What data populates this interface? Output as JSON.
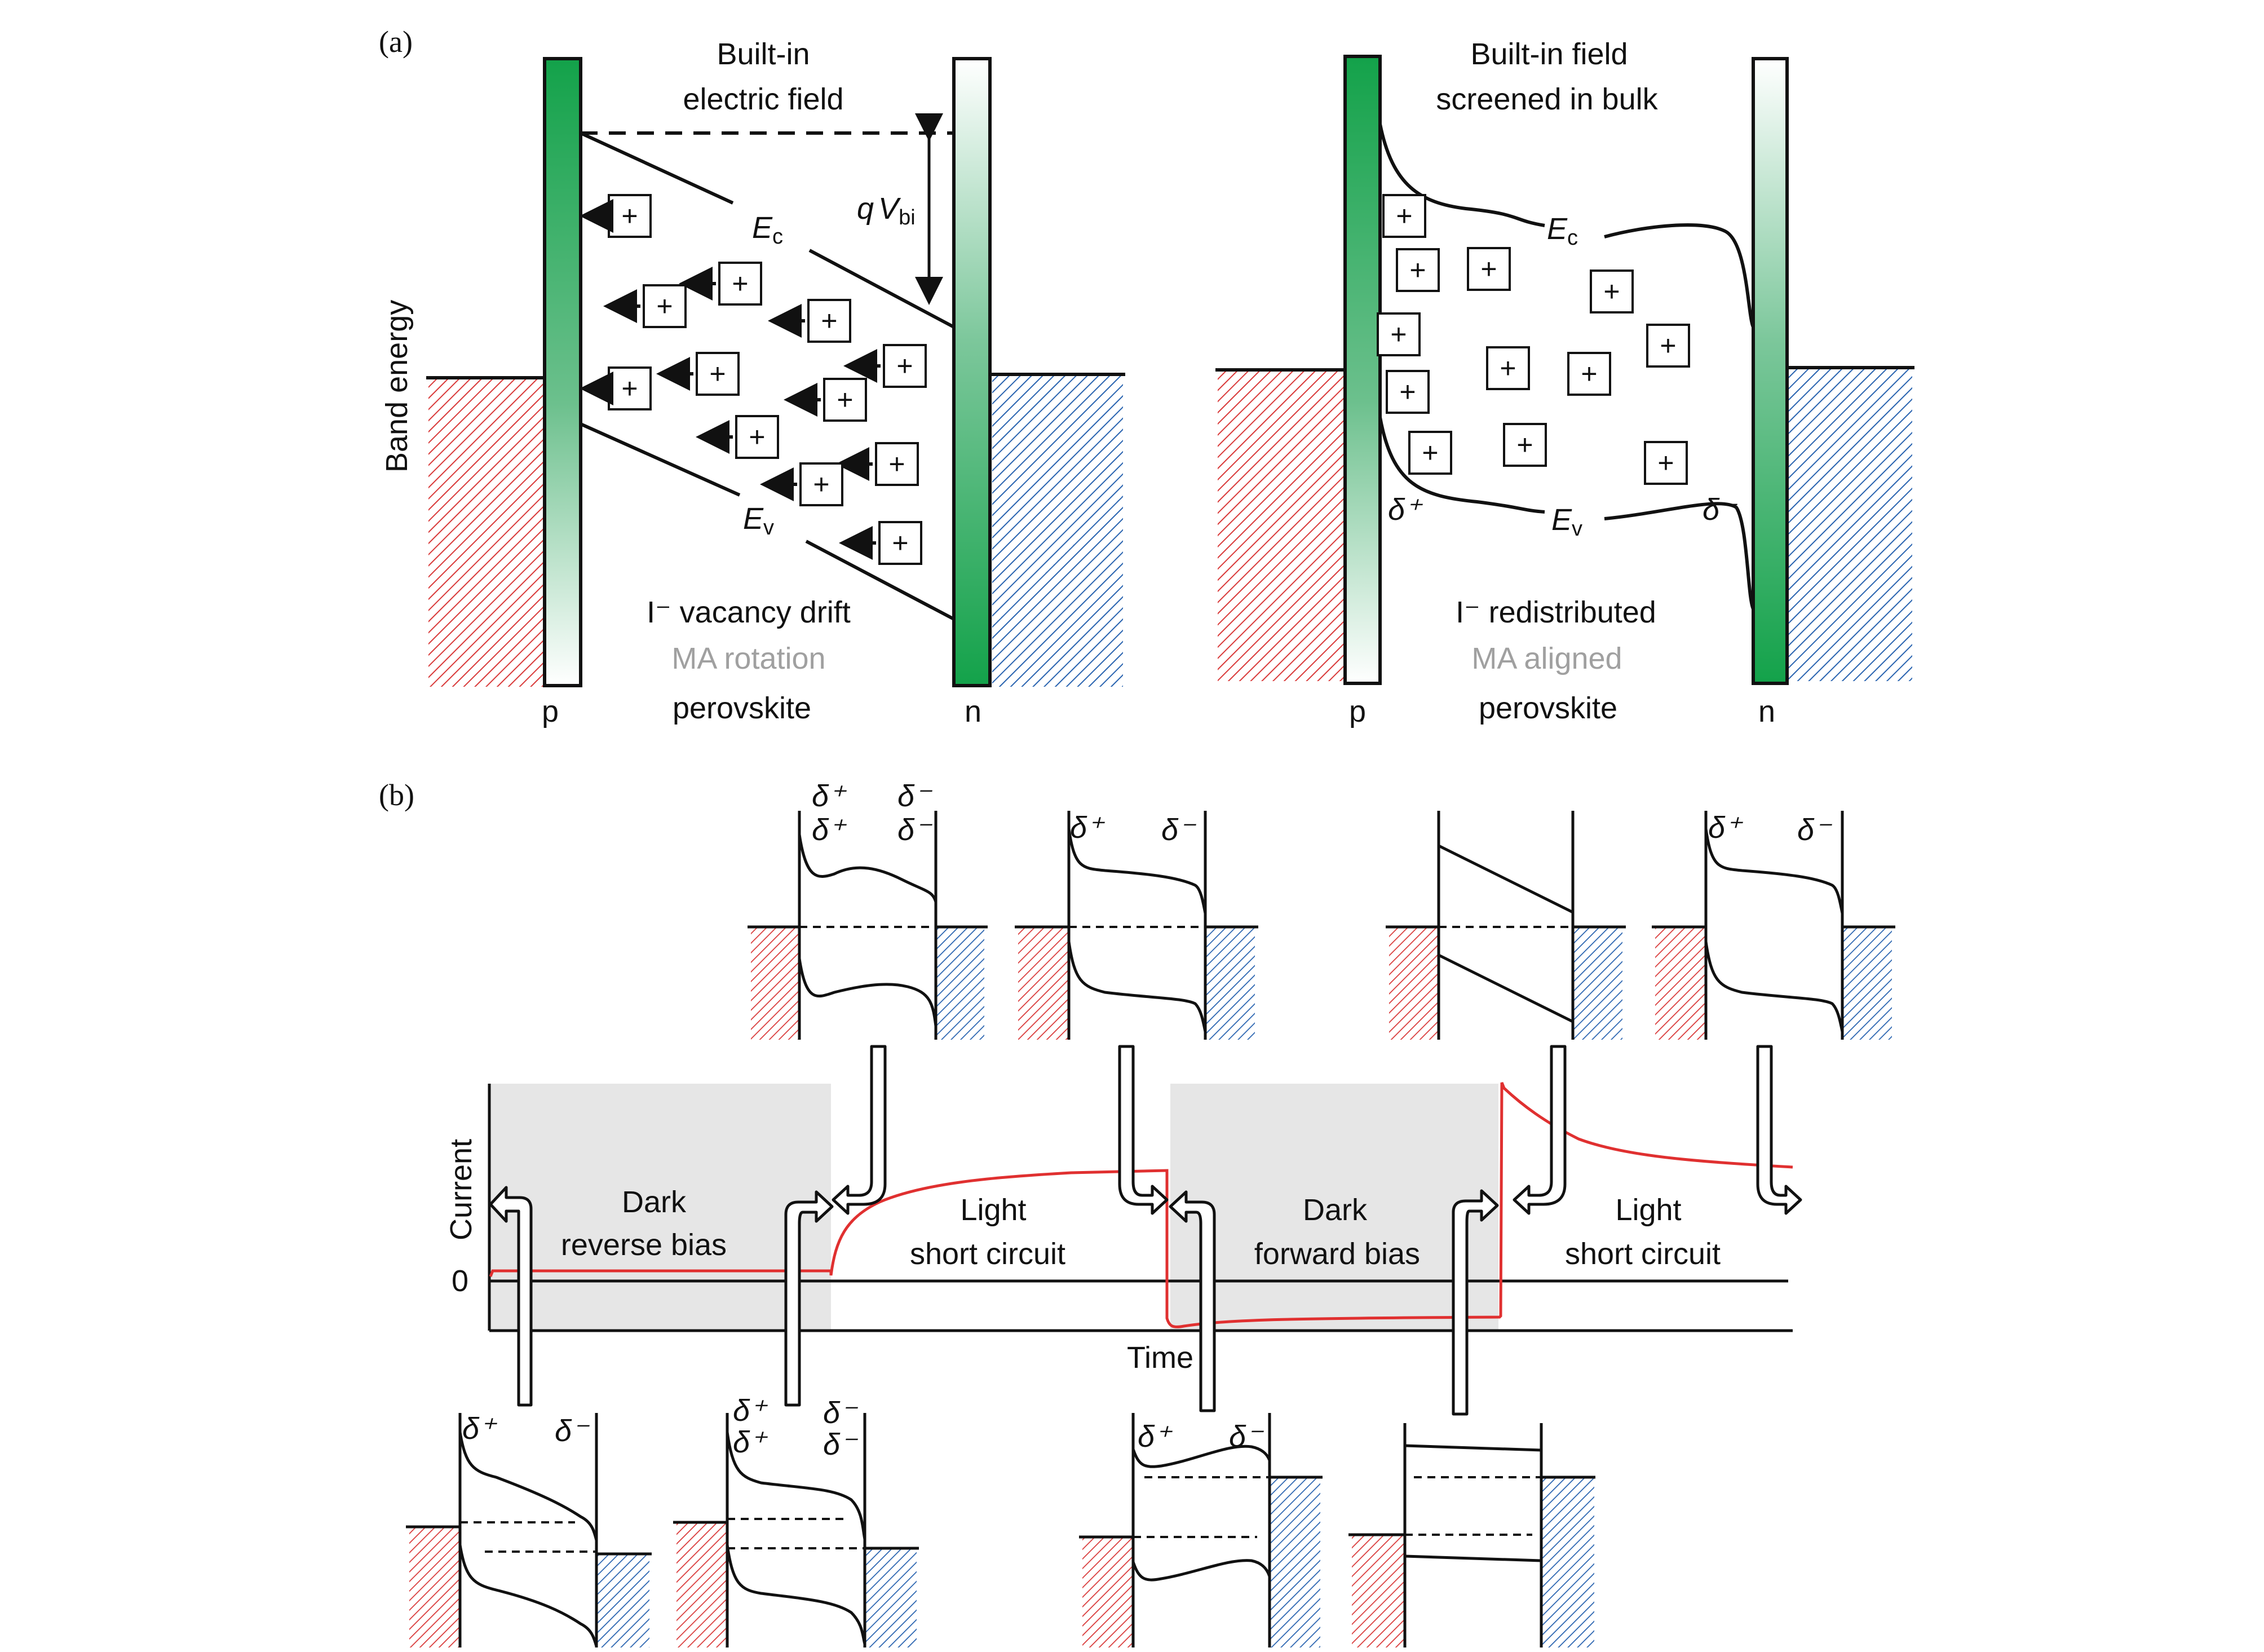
{
  "panel_a": {
    "label": "(a)",
    "axis_label": "Band energy",
    "left": {
      "title_line1": "Built-in",
      "title_line2": "electric field",
      "qv": "q",
      "qv_v": "V",
      "qv_sub": "bi",
      "ec": "E",
      "ec_sub": "c",
      "ev": "E",
      "ev_sub": "v",
      "caption1": "I⁻ vacancy drift",
      "caption2": "MA rotation",
      "caption3": "perovskite",
      "p_label": "p",
      "n_label": "n",
      "ion_symbol": "+"
    },
    "right": {
      "title_line1": "Built-in field",
      "title_line2": "screened in bulk",
      "ec": "E",
      "ec_sub": "c",
      "ev": "E",
      "ev_sub": "v",
      "delta_plus": "δ⁺",
      "delta_minus": "δ⁻",
      "caption1": "I⁻ redistributed",
      "caption2": "MA aligned",
      "caption3": "perovskite",
      "p_label": "p",
      "n_label": "n",
      "ion_symbol": "+"
    }
  },
  "panel_b": {
    "label": "(b)",
    "ylabel": "Current",
    "xlabel": "Time",
    "zero": "0",
    "phase1_l1": "Dark",
    "phase1_l2": "reverse bias",
    "phase2_l1": "Light",
    "phase2_l2": "short circuit",
    "phase3_l1": "Dark",
    "phase3_l2": "forward bias",
    "phase4_l1": "Light",
    "phase4_l2": "short circuit",
    "delta_plus": "δ⁺",
    "delta_minus": "δ⁻"
  },
  "colors": {
    "p_contact_green": "#1a9a4a",
    "p_hatch": "#d93a3a",
    "n_hatch": "#2a64b0",
    "trace_red": "#e03030",
    "shade": "#e6e6e6",
    "caption_gray": "#a0a0a0"
  }
}
